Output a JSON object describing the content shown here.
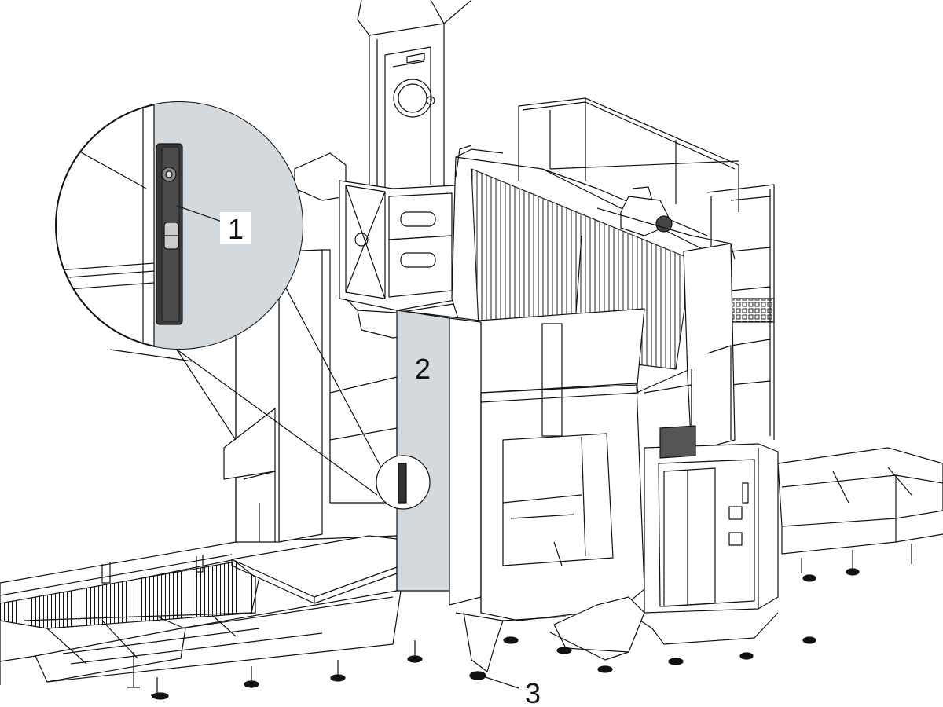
{
  "callouts": [
    {
      "id": "1",
      "label": "1"
    },
    {
      "id": "2",
      "label": "2"
    },
    {
      "id": "3",
      "label": "3"
    }
  ],
  "colors": {
    "line": "#111111",
    "highlight": "#d4d9de",
    "level_body": "#3a3a3a",
    "background": "#ffffff"
  }
}
